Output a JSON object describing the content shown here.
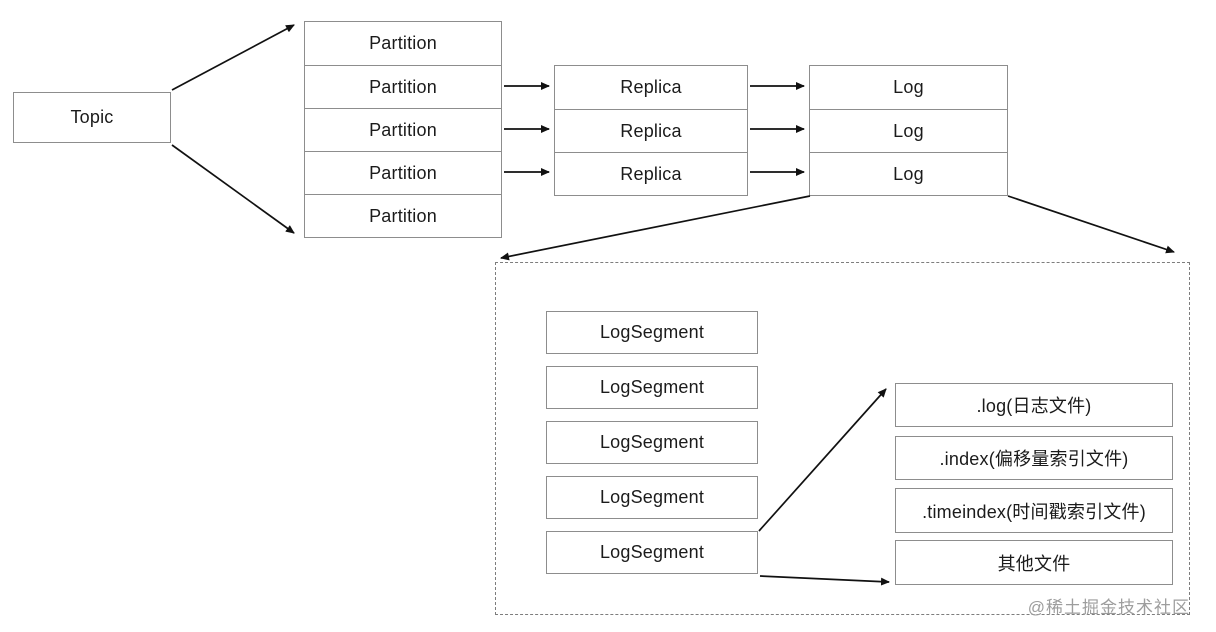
{
  "diagram": {
    "nodes": {
      "topic": "Topic",
      "partitions": [
        "Partition",
        "Partition",
        "Partition",
        "Partition",
        "Partition"
      ],
      "replicas": [
        "Replica",
        "Replica",
        "Replica"
      ],
      "logs": [
        "Log",
        "Log",
        "Log"
      ],
      "log_segments": [
        "LogSegment",
        "LogSegment",
        "LogSegment",
        "LogSegment",
        "LogSegment"
      ],
      "files": [
        ".log(日志文件)",
        ".index(偏移量索引文件)",
        ".timeindex(时间戳索引文件)",
        "其他文件"
      ]
    },
    "edges": [
      {
        "from": "topic",
        "to": "partition-stack-top"
      },
      {
        "from": "topic",
        "to": "partition-stack-bottom"
      },
      {
        "from": "partition-2",
        "to": "replica-1"
      },
      {
        "from": "partition-3",
        "to": "replica-2"
      },
      {
        "from": "partition-4",
        "to": "replica-3"
      },
      {
        "from": "replica-1",
        "to": "log-1"
      },
      {
        "from": "replica-2",
        "to": "log-2"
      },
      {
        "from": "replica-3",
        "to": "log-3"
      },
      {
        "from": "log-stack",
        "to": "logsegment-container-left"
      },
      {
        "from": "log-stack",
        "to": "logsegment-container-right"
      },
      {
        "from": "log-segment-5",
        "to": "file-log"
      },
      {
        "from": "log-segment-5",
        "to": "file-other"
      }
    ],
    "watermark": "@稀土掘金技术社区",
    "colors": {
      "background": "#ffffff",
      "box_border": "#8d8d8d",
      "dashed_border": "#7d7d7d",
      "arrow": "#111111",
      "text": "#1b1b1b",
      "watermark": "#9d9d9d"
    }
  }
}
